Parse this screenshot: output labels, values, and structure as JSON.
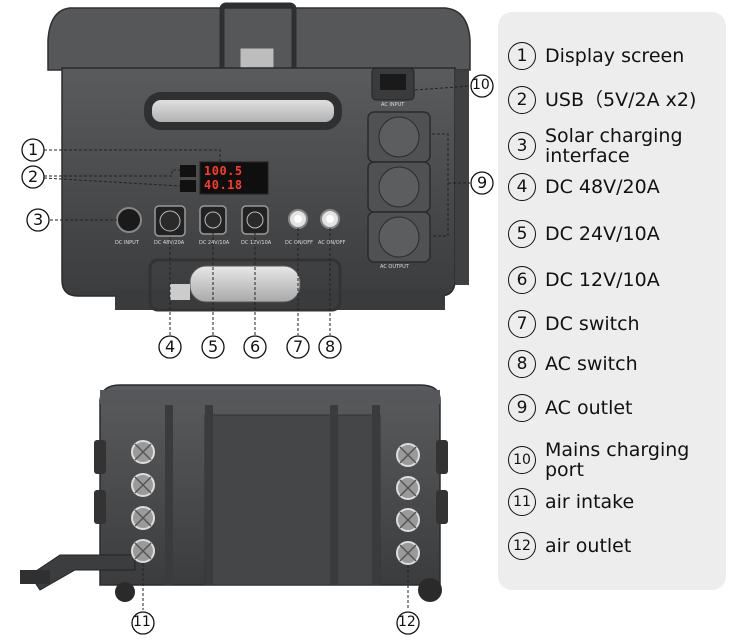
{
  "legend": [
    {
      "num": "1",
      "text": "Display screen"
    },
    {
      "num": "2",
      "text": "USB（5V/2A x2)"
    },
    {
      "num": "3",
      "text": "Solar charging interface"
    },
    {
      "num": "4",
      "text": "DC 48V/20A"
    },
    {
      "num": "5",
      "text": "DC 24V/10A"
    },
    {
      "num": "6",
      "text": "DC 12V/10A"
    },
    {
      "num": "7",
      "text": "DC switch"
    },
    {
      "num": "8",
      "text": "AC switch"
    },
    {
      "num": "9",
      "text": "AC outlet"
    },
    {
      "num": "10",
      "text": "Mains charging port"
    },
    {
      "num": "11",
      "text": "air intake"
    },
    {
      "num": "12",
      "text": "air outlet"
    }
  ],
  "device_labels": {
    "ac_input": "AC INPUT",
    "ac_output": "AC OUTPUT",
    "dc_input": "DC INPUT",
    "dc48": "DC 48V/20A",
    "dc24": "DC 24V/10A",
    "dc12": "DC 12V/10A",
    "dc_onoff": "DC ON/OFF",
    "ac_onoff": "AC ON/OFF"
  },
  "display": {
    "line1": "100.5",
    "line2": "40.18"
  },
  "colors": {
    "case": "#4a4b4d",
    "case_dark": "#333436",
    "display_red": "#ff3a2a",
    "legend_bg": "#ededed"
  }
}
